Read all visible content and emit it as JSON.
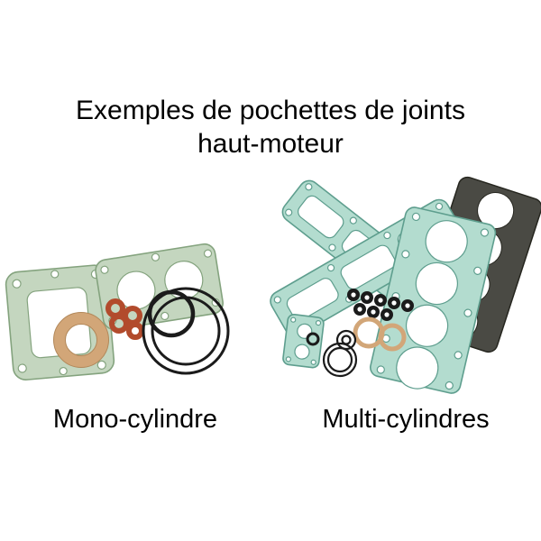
{
  "title": {
    "line1": "Exemples de pochettes de joints",
    "line2": "haut-moteur"
  },
  "captions": {
    "mono": "Mono-cylindre",
    "multi": "Multi-cylindres"
  },
  "graphics": {
    "mono_set": {
      "name": "mono-cylinder-gasket-set",
      "parts": [
        "base-gasket",
        "twin-port-head-gasket",
        "copper-washer",
        "small-copper-washers",
        "large-o-ring",
        "inner-o-ring",
        "medium-o-ring"
      ]
    },
    "multi_set": {
      "name": "multi-cylinder-gasket-set",
      "parts": [
        "long-cover-gasket-upper",
        "long-cover-gasket-lower",
        "four-cylinder-head-gasket",
        "dark-head-gasket",
        "valve-stem-seals",
        "copper-o-rings",
        "black-o-rings",
        "small-side-gasket"
      ]
    }
  },
  "colors": {
    "background": "#ffffff",
    "text": "#000000",
    "gasket_teal": "#b3dccf",
    "gasket_teal_edge": "#5e9e8e",
    "gasket_green": "#c4d6bf",
    "gasket_green_edge": "#84a37e",
    "gasket_dark": "#4a4a44",
    "copper": "#d2a678",
    "copper_edge": "#b2885a",
    "copper_red": "#b24b2c",
    "rubber_black": "#1b1b1b"
  }
}
